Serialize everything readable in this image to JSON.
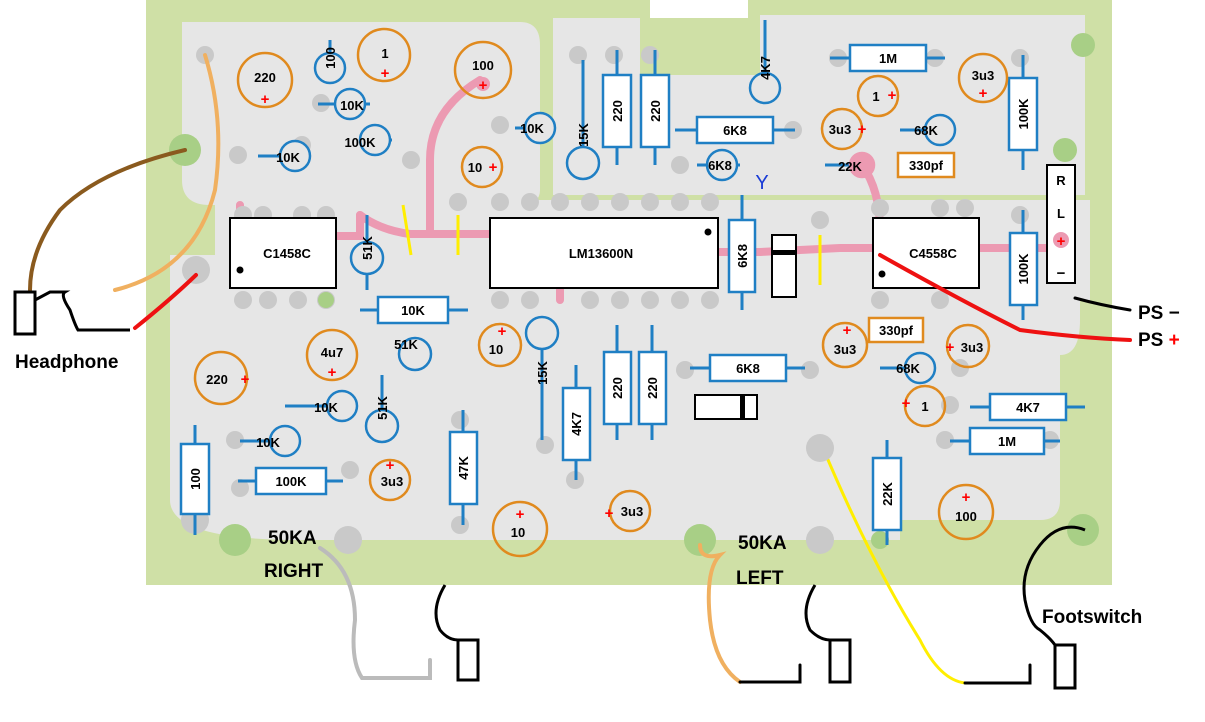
{
  "chips": {
    "left": "C1458C",
    "middle": "LM13600N",
    "right": "C4558C"
  },
  "resistors": {
    "r100_top": "100",
    "r1_top": "1",
    "r10k_a": "10K",
    "r100k_a": "100K",
    "r10k_b": "10K",
    "r10k_c": "10K",
    "r15k_a": "15K",
    "r220_a": "220",
    "r220_b": "220",
    "r4k7_top": "4K7",
    "r6k8_a": "6K8",
    "r6k8_b": "6K8",
    "r1m_top": "1M",
    "r68k_top": "68K",
    "r22k_top": "22K",
    "r100k_right": "100K",
    "r51k_a": "51K",
    "r10k_mid": "10K",
    "r51k_b": "51K",
    "r6k8_vert": "6K8",
    "r100k_vert": "100K",
    "r15k_b": "15K",
    "r220_c": "220",
    "r220_d": "220",
    "r6k8_c": "6K8",
    "r68k_b": "68K",
    "r4k7_b": "4K7",
    "r1m_b": "1M",
    "r10k_d": "10K",
    "r51k_c": "51K",
    "r10k_e": "10K",
    "r4k7_c": "4K7",
    "r47k": "47K",
    "r100_left": "100",
    "r100k_b": "100K",
    "r22k_b": "22K"
  },
  "capacitors": {
    "c220_top": "220",
    "c100_top": "100",
    "c10_a": "10",
    "c3u3_top": "3u3",
    "c1_a": "1",
    "c3u3_b": "3u3",
    "c330pf_a": "330pf",
    "c220_left": "220",
    "c4u7": "4u7",
    "c10_b": "10",
    "c3u3_c": "3u3",
    "c330pf_b": "330pf",
    "c3u3_d": "3u3",
    "c1_b": "1",
    "c3u3_e": "3u3",
    "c3u3_f": "3u3",
    "c10_c": "10",
    "c100_bottom": "100"
  },
  "marks": {
    "plus": "+",
    "y_point": "Y"
  },
  "connector": {
    "right": "R",
    "left": "L",
    "plus": "+",
    "minus": "−"
  },
  "labels": {
    "headphone": "Headphone",
    "ps_minus": "PS −",
    "ps_plus": "PS +",
    "pot_right_value": "50KA",
    "pot_right_name": "RIGHT",
    "pot_left_value": "50KA",
    "pot_left_name": "LEFT",
    "footswitch": "Footswitch"
  },
  "colors": {
    "board": "#cfe0a6",
    "trace": "#e6e6e6",
    "pad": "#c9c9c9",
    "pink_trace": "#ec9ab2",
    "resistor_outline": "#1f7fc4",
    "electrolytic_outline": "#e08a1e",
    "film_cap_outline": "#1f7fc4",
    "polarity_plus": "#ff0000",
    "y_label": "#1a3cd6"
  }
}
